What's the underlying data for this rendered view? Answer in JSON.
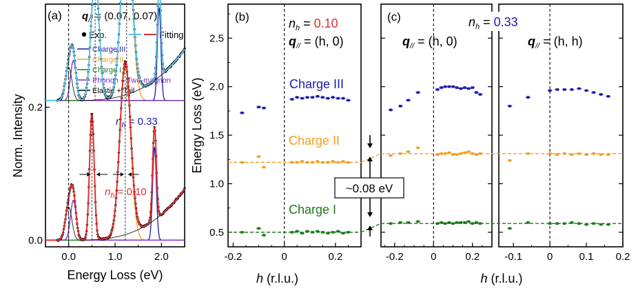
{
  "chart_data": [
    {
      "type": "line",
      "panel_label": "(a)",
      "xlabel": "Energy Loss (eV)",
      "ylabel": "Norm. Intensity",
      "xlim": [
        -0.5,
        2.5
      ],
      "ylim": [
        -0.01,
        0.355
      ],
      "x_ticks": [
        "0.0",
        "1.0",
        "2.0"
      ],
      "y_ticks": [
        "0.0",
        "0.2"
      ],
      "header": {
        "q_label": "q",
        "q_sub": "//",
        "q_value": " = (0.07, 0.07)"
      },
      "legend": {
        "exp": "Exp.",
        "fitting": "Fitting",
        "charge3": "Charge III",
        "charge2": "Charge II",
        "charge1": "Charge I",
        "phonon": "Phonon + Two-magnon",
        "elastic": "Elastic + Tail"
      },
      "spectra": [
        {
          "label_prefix": "n",
          "label_sub": "h",
          "label_value": " = 0.33",
          "offset": 0.21,
          "fit_color": "#5bc0e6",
          "components": {
            "charge3": [
              1.95,
              0.038,
              0.14
            ],
            "charge2": [
              1.25,
              0.118,
              0.26
            ],
            "charge1": [
              0.57,
              0.085,
              0.19
            ],
            "phonon": [
              0.1,
              0.06,
              0.06
            ],
            "elastic_peak": [
              0.0,
              0.07,
              0.05
            ]
          }
        },
        {
          "label_prefix": "n",
          "label_sub": "h",
          "label_value": " = 0.10",
          "offset": 0.0,
          "fit_color": "#e03030",
          "components": {
            "charge3": [
              1.85,
              0.04,
              0.14
            ],
            "charge2": [
              1.22,
              0.115,
              0.26
            ],
            "charge1": [
              0.5,
              0.05,
              0.19
            ],
            "phonon": [
              0.1,
              0.06,
              0.06
            ],
            "elastic_peak": [
              0.0,
              0.07,
              0.05
            ]
          }
        }
      ]
    },
    {
      "type": "scatter",
      "panel_label": "(b)",
      "xlabel_prefix": "h",
      "xlabel_suffix": " (r.l.u.)",
      "ylabel": "Energy Loss (eV)",
      "xlim": [
        -0.22,
        0.3
      ],
      "ylim": [
        0.35,
        2.85
      ],
      "x_ticks": [
        -0.2,
        0,
        0.2
      ],
      "y_ticks": [
        0.5,
        1.0,
        1.5,
        2.0,
        2.5
      ],
      "nh_prefix": "n",
      "nh_sub": "h",
      "nh_eq": " = ",
      "nh_value": "0.10",
      "q_label": "q",
      "q_sub": "//",
      "q_value": " = (h, 0)",
      "series": [
        {
          "name": "Charge III",
          "color": "#1a1aaa",
          "points": [
            [
              -0.165,
              1.73
            ],
            [
              -0.1,
              1.79
            ],
            [
              -0.08,
              1.78
            ],
            [
              0.03,
              1.87
            ],
            [
              0.05,
              1.89
            ],
            [
              0.07,
              1.88
            ],
            [
              0.09,
              1.89
            ],
            [
              0.11,
              1.89
            ],
            [
              0.13,
              1.9
            ],
            [
              0.15,
              1.89
            ],
            [
              0.17,
              1.88
            ],
            [
              0.19,
              1.89
            ],
            [
              0.21,
              1.88
            ],
            [
              0.23,
              1.88
            ],
            [
              0.25,
              1.86
            ]
          ]
        },
        {
          "name": "Charge II",
          "color": "#f0a020",
          "points": [
            [
              -0.165,
              1.22
            ],
            [
              -0.1,
              1.28
            ],
            [
              -0.08,
              1.17
            ],
            [
              0.03,
              1.22
            ],
            [
              0.05,
              1.22
            ],
            [
              0.07,
              1.23
            ],
            [
              0.09,
              1.22
            ],
            [
              0.11,
              1.22
            ],
            [
              0.13,
              1.23
            ],
            [
              0.15,
              1.22
            ],
            [
              0.17,
              1.22
            ],
            [
              0.19,
              1.23
            ],
            [
              0.21,
              1.22
            ],
            [
              0.23,
              1.23
            ],
            [
              0.25,
              1.22
            ]
          ]
        },
        {
          "name": "Charge I",
          "color": "#1a7a1a",
          "points": [
            [
              -0.165,
              0.5
            ],
            [
              -0.1,
              0.54
            ],
            [
              -0.08,
              0.47
            ],
            [
              0.03,
              0.5
            ],
            [
              0.05,
              0.51
            ],
            [
              0.07,
              0.49
            ],
            [
              0.09,
              0.51
            ],
            [
              0.11,
              0.5
            ],
            [
              0.13,
              0.51
            ],
            [
              0.15,
              0.5
            ],
            [
              0.17,
              0.49
            ],
            [
              0.19,
              0.5
            ],
            [
              0.21,
              0.51
            ],
            [
              0.23,
              0.49
            ],
            [
              0.25,
              0.5
            ]
          ]
        }
      ],
      "ref_lines": [
        {
          "y": 1.22,
          "color": "#f0a020"
        },
        {
          "y": 0.5,
          "color": "#1a7a1a"
        }
      ]
    },
    {
      "type": "scatter",
      "panel_label": "(c)",
      "xlabel_prefix": "h",
      "xlabel_suffix": " (r.l.u.)",
      "nh_prefix": "n",
      "nh_sub": "h",
      "nh_eq": " = ",
      "nh_value": "0.33",
      "ylim": [
        0.35,
        2.85
      ],
      "subpanels": [
        {
          "q_label": "q",
          "q_sub": "//",
          "q_value": " = (h, 0)",
          "xlim": [
            -0.27,
            0.3
          ],
          "x_ticks": [
            -0.2,
            0,
            0.2
          ],
          "series": [
            {
              "name": "Charge III",
              "color": "#1a1aaa",
              "points": [
                [
                  -0.22,
                  1.76
                ],
                [
                  -0.17,
                  1.8
                ],
                [
                  -0.13,
                  1.86
                ],
                [
                  -0.08,
                  1.94
                ],
                [
                  0.02,
                  1.97
                ],
                [
                  0.04,
                  1.99
                ],
                [
                  0.06,
                  2.0
                ],
                [
                  0.08,
                  2.0
                ],
                [
                  0.1,
                  2.0
                ],
                [
                  0.12,
                  1.99
                ],
                [
                  0.14,
                  1.98
                ],
                [
                  0.16,
                  1.99
                ],
                [
                  0.18,
                  1.98
                ],
                [
                  0.2,
                  1.99
                ],
                [
                  0.22,
                  1.94
                ],
                [
                  0.24,
                  1.92
                ]
              ]
            },
            {
              "name": "Charge II",
              "color": "#f0a020",
              "points": [
                [
                  -0.22,
                  1.29
                ],
                [
                  -0.17,
                  1.31
                ],
                [
                  -0.13,
                  1.33
                ],
                [
                  -0.08,
                  1.37
                ],
                [
                  0.02,
                  1.3
                ],
                [
                  0.04,
                  1.31
                ],
                [
                  0.06,
                  1.31
                ],
                [
                  0.08,
                  1.32
                ],
                [
                  0.1,
                  1.3
                ],
                [
                  0.12,
                  1.3
                ],
                [
                  0.14,
                  1.31
                ],
                [
                  0.16,
                  1.32
                ],
                [
                  0.18,
                  1.33
                ],
                [
                  0.2,
                  1.31
                ],
                [
                  0.22,
                  1.3
                ],
                [
                  0.24,
                  1.31
                ]
              ]
            },
            {
              "name": "Charge I",
              "color": "#1a7a1a",
              "points": [
                [
                  -0.22,
                  0.59
                ],
                [
                  -0.17,
                  0.6
                ],
                [
                  -0.13,
                  0.6
                ],
                [
                  -0.08,
                  0.61
                ],
                [
                  0.02,
                  0.59
                ],
                [
                  0.04,
                  0.6
                ],
                [
                  0.06,
                  0.59
                ],
                [
                  0.08,
                  0.6
                ],
                [
                  0.1,
                  0.59
                ],
                [
                  0.12,
                  0.6
                ],
                [
                  0.14,
                  0.6
                ],
                [
                  0.16,
                  0.6
                ],
                [
                  0.18,
                  0.61
                ],
                [
                  0.2,
                  0.59
                ],
                [
                  0.22,
                  0.6
                ],
                [
                  0.24,
                  0.59
                ]
              ]
            }
          ]
        },
        {
          "q_label": "q",
          "q_sub": "//",
          "q_value": " = (h, h)",
          "xlim": [
            -0.14,
            0.2
          ],
          "x_ticks": [
            -0.1,
            0,
            0.1,
            0.2
          ],
          "series": [
            {
              "name": "Charge III",
              "color": "#1a1aaa",
              "points": [
                [
                  -0.11,
                  1.8
                ],
                [
                  -0.06,
                  1.89
                ],
                [
                  0.0,
                  1.96
                ],
                [
                  0.02,
                  1.97
                ],
                [
                  0.04,
                  1.97
                ],
                [
                  0.06,
                  1.97
                ],
                [
                  0.08,
                  1.98
                ],
                [
                  0.1,
                  1.96
                ],
                [
                  0.12,
                  1.94
                ],
                [
                  0.14,
                  1.92
                ],
                [
                  0.16,
                  1.9
                ]
              ]
            },
            {
              "name": "Charge II",
              "color": "#f0a020",
              "points": [
                [
                  -0.11,
                  1.24
                ],
                [
                  -0.06,
                  1.31
                ],
                [
                  0.0,
                  1.31
                ],
                [
                  0.02,
                  1.3
                ],
                [
                  0.04,
                  1.31
                ],
                [
                  0.06,
                  1.3
                ],
                [
                  0.08,
                  1.31
                ],
                [
                  0.1,
                  1.3
                ],
                [
                  0.12,
                  1.31
                ],
                [
                  0.14,
                  1.3
                ],
                [
                  0.16,
                  1.3
                ]
              ]
            },
            {
              "name": "Charge I",
              "color": "#1a7a1a",
              "points": [
                [
                  -0.11,
                  0.54
                ],
                [
                  -0.06,
                  0.6
                ],
                [
                  0.0,
                  0.59
                ],
                [
                  0.02,
                  0.59
                ],
                [
                  0.04,
                  0.59
                ],
                [
                  0.06,
                  0.6
                ],
                [
                  0.08,
                  0.59
                ],
                [
                  0.1,
                  0.58
                ],
                [
                  0.12,
                  0.59
                ],
                [
                  0.14,
                  0.58
                ],
                [
                  0.16,
                  0.58
                ]
              ]
            }
          ]
        }
      ],
      "ref_lines": [
        {
          "y": 1.31,
          "color": "#f0a020"
        },
        {
          "y": 0.59,
          "color": "#1a7a1a"
        }
      ],
      "shift_annotation": "~0.08 eV"
    }
  ],
  "series_labels": {
    "charge3": "Charge III",
    "charge2": "Charge II",
    "charge1": "Charge I"
  }
}
